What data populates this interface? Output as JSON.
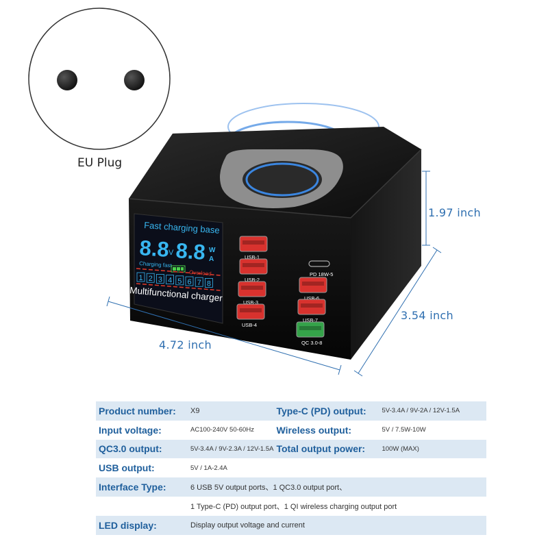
{
  "plug": {
    "label": "EU Plug"
  },
  "dimensions": {
    "height": "1.97 inch",
    "depth": "3.54 inch",
    "width": "4.72 inch"
  },
  "device": {
    "lcd_title": "Fast charging base",
    "lcd_digits_left": "8.8",
    "lcd_unit_v": "V",
    "lcd_digits_right": "8.8",
    "lcd_unit_w": "W",
    "lcd_unit_a": "A",
    "lcd_charging": "Charging fast",
    "lcd_overload": "Overload",
    "lcd_port_numbers": [
      "1",
      "2",
      "3",
      "4",
      "5",
      "6",
      "7",
      "8"
    ],
    "front_caption": "Multifunctional charger",
    "ports_left": [
      "USB-1",
      "USB-2",
      "USB-3",
      "USB-4"
    ],
    "ports_right": [
      "PD 18W-5",
      "USB-6",
      "USB-7",
      "QC 3.0-8"
    ],
    "colors": {
      "usb_port": "#d8322e",
      "qc_port": "#35a34a",
      "lcd_blue": "#38b6f0",
      "lcd_red": "#e23b2b",
      "dim_line": "#2f6fb0"
    }
  },
  "specs": {
    "rows": [
      {
        "k1": "Product number:",
        "v1": "X9",
        "k2": "Type-C (PD) output:",
        "v2": "5V-3.4A / 9V-2A / 12V-1.5A"
      },
      {
        "k1": "Input voltage:",
        "v1": "AC100-240V 50-60Hz",
        "k2": "Wireless output:",
        "v2": "5V / 7.5W-10W"
      },
      {
        "k1": "QC3.0 output:",
        "v1": "5V-3.4A / 9V-2.3A / 12V-1.5A",
        "k2": "Total output power:",
        "v2": "100W (MAX)"
      },
      {
        "k1": "USB output:",
        "v1": "5V / 1A-2.4A"
      },
      {
        "k1": "Interface Type:",
        "v1": "6 USB 5V output ports、1 QC3.0 output port、"
      },
      {
        "k1": "",
        "v1": "1 Type-C (PD) output port、1 QI wireless charging output port"
      },
      {
        "k1": "LED display:",
        "v1": "Display output voltage and current"
      }
    ]
  }
}
